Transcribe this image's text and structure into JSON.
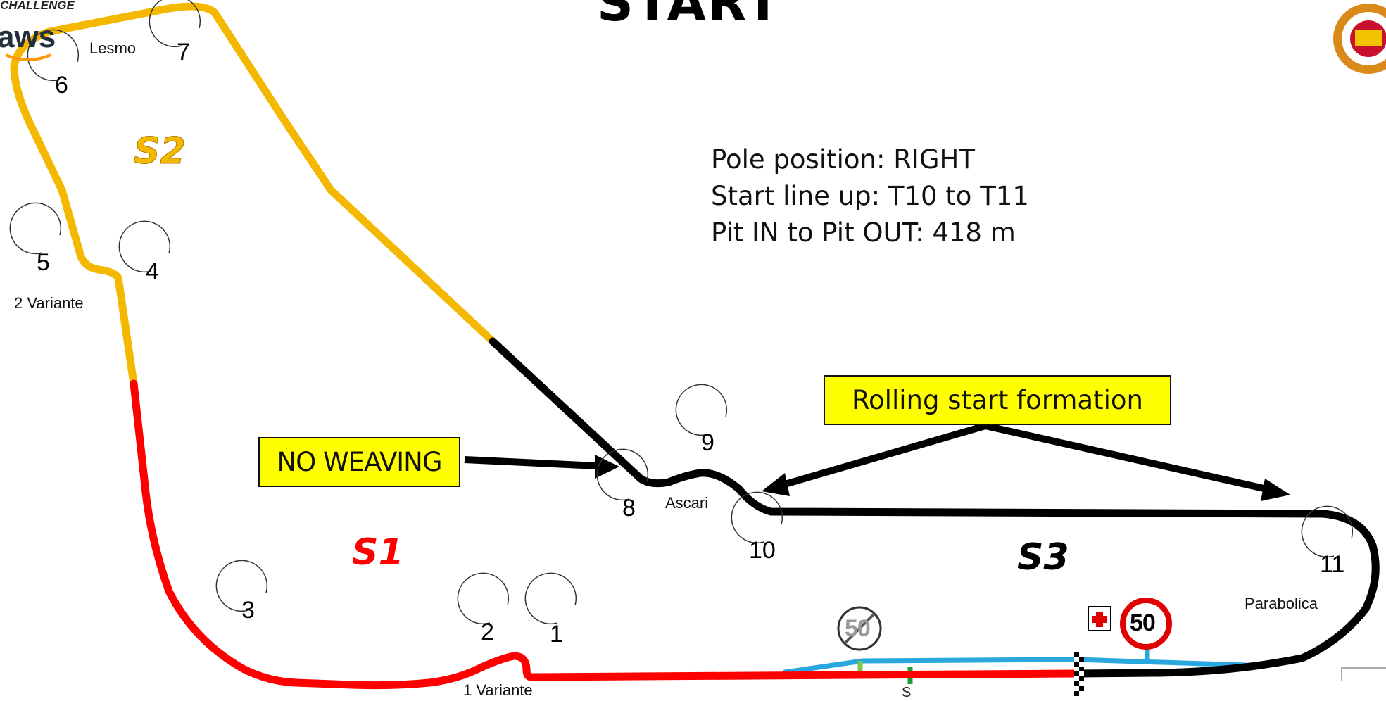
{
  "header": {
    "challenge_label": "CHALLENGE",
    "aws_label": "aws",
    "title": "START"
  },
  "info": {
    "pole_position": "Pole position: RIGHT",
    "start_lineup": "Start line up: T10 to T11",
    "pit_distance": "Pit IN to Pit OUT: 418 m"
  },
  "callouts": {
    "rolling_start": "Rolling start formation",
    "no_weaving": "NO WEAVING"
  },
  "sectors": [
    {
      "label": "S1",
      "color": "#ff0000"
    },
    {
      "label": "S2",
      "color": "#f5b800"
    },
    {
      "label": "S3",
      "color": "#000000"
    }
  ],
  "turns": [
    "1",
    "2",
    "3",
    "4",
    "5",
    "6",
    "7",
    "8",
    "9",
    "10",
    "11"
  ],
  "corner_names": {
    "lesmo": "Lesmo",
    "variante2": "2 Variante",
    "ascari": "Ascari",
    "parabolica": "Parabolica",
    "variante1": "1 Variante"
  },
  "signs": {
    "speed_limit": "50",
    "end_limit": "50",
    "pit_marker": "S"
  },
  "colors": {
    "s1": "#ff0000",
    "s2": "#f5b800",
    "s3": "#000000",
    "pitlane": "#29a8e0",
    "callout_bg": "#ffff00"
  }
}
